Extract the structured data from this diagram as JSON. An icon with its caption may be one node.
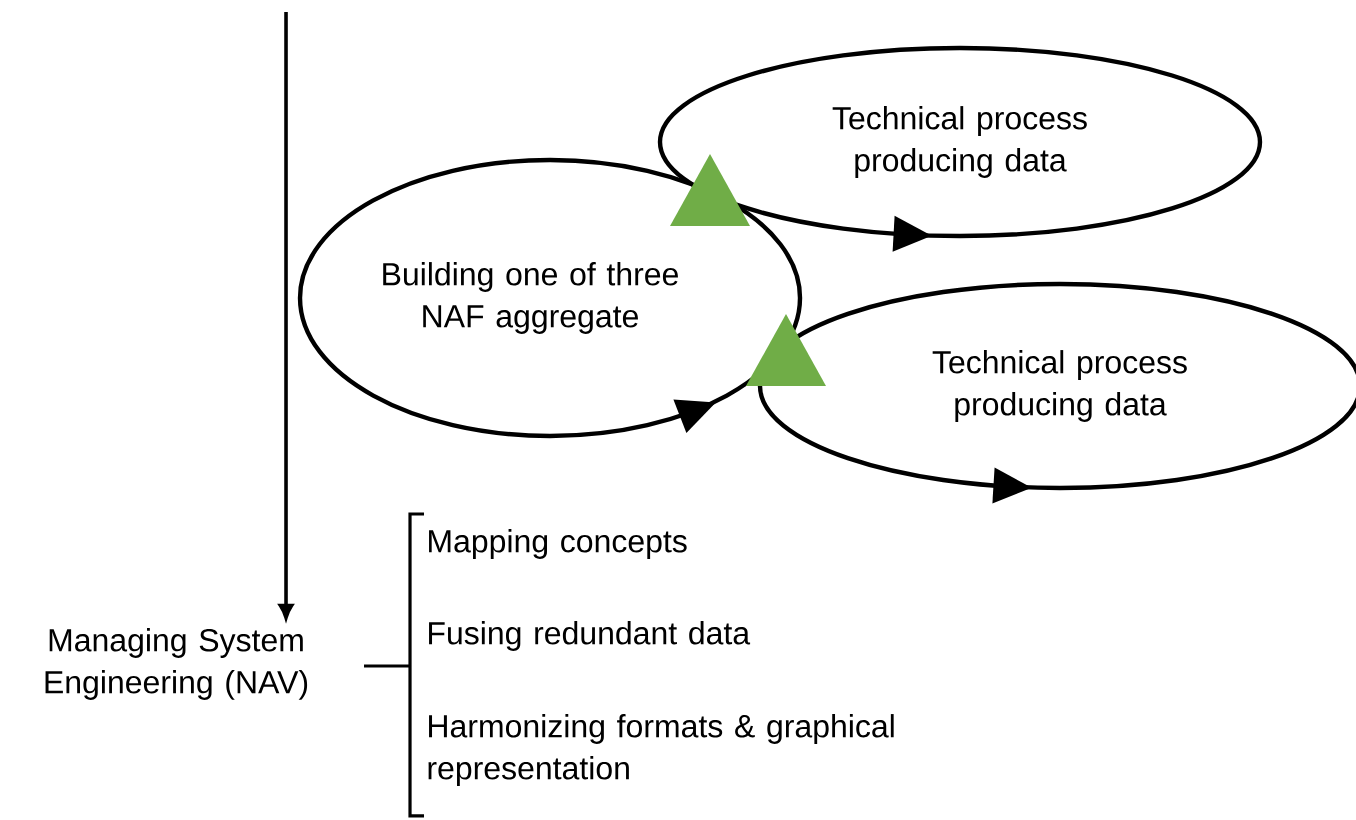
{
  "diagram": {
    "nodes": [
      {
        "text": [
          "Technical process producing data"
        ]
      },
      {
        "text": [
          "Building one of three NAF aggregate"
        ]
      },
      {
        "text": [
          "Technical process producing data"
        ]
      },
      {
        "text": [
          "Managing System Engineering (NAV)"
        ]
      }
    ],
    "edges": [
      {
        "from": null,
        "to": 3,
        "arrow": "to"
      }
    ],
    "labels": [
      "Mapping concepts",
      "Fusing redundant data",
      "Harmonizing formats & graphical representation"
    ]
  }
}
